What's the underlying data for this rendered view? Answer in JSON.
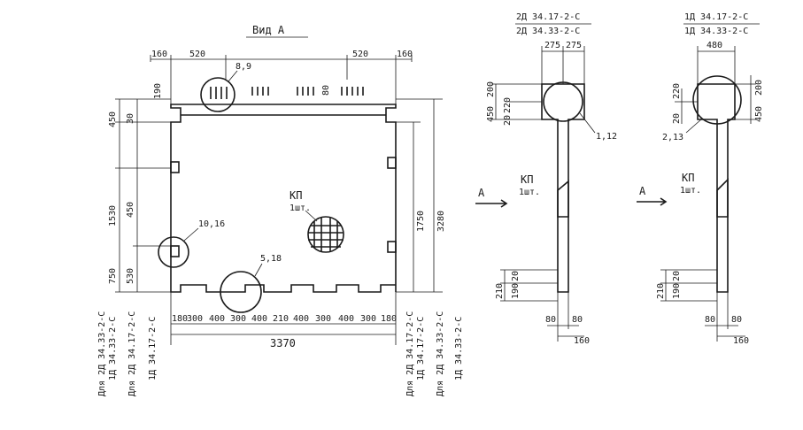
{
  "view_a": {
    "title": "Вид А",
    "top_dims": [
      "160",
      "520",
      "520",
      "160"
    ],
    "top_vertical": [
      "190",
      "80"
    ],
    "left_dims": [
      "450",
      "30",
      "1530",
      "450",
      "750",
      "530"
    ],
    "right_dims": [
      "1750",
      "3280"
    ],
    "bottom_dims": [
      "180",
      "300",
      "400",
      "300",
      "400",
      "210",
      "400",
      "300",
      "400",
      "300",
      "180"
    ],
    "overall_width": "3370",
    "callouts": [
      "8,9",
      "10,16",
      "5,18"
    ],
    "kp_label": "КП",
    "kp_count": "1шт.",
    "left_notes": [
      "Для 2Д 34.33-2-С",
      "1Д 34.33-2-С",
      "Для 2Д 34.17-2-С",
      "1Д 34.17-2-С"
    ],
    "right_notes": [
      "Для 2Д 34.17-2-С",
      "1Д 34.17-2-С",
      "Для 2Д 34.33-2-С",
      "1Д 34.33-2-С"
    ]
  },
  "section_2": {
    "header_top": "2Д 34.17-2-С",
    "header_bottom": "2Д 34.33-2-С",
    "top_dims": [
      "275",
      "275"
    ],
    "left_dims": [
      "450",
      "200",
      "220",
      "20"
    ],
    "callout": "1,12",
    "kp_label": "КП",
    "kp_count": "1шт.",
    "arrow_label": "А",
    "low_dims": [
      "210",
      "190",
      "20"
    ],
    "bottom_dims": [
      "80",
      "80",
      "160"
    ]
  },
  "section_1": {
    "header_top": "1Д 34.17-2-С",
    "header_bottom": "1Д 34.33-2-С",
    "top_dim": "480",
    "left_dims": [
      "220",
      "20"
    ],
    "right_dims": [
      "200",
      "450"
    ],
    "callout": "2,13",
    "kp_label": "КП",
    "kp_count": "1шт.",
    "arrow_label": "А",
    "low_dims": [
      "210",
      "190",
      "20"
    ],
    "bottom_dims": [
      "80",
      "80",
      "160"
    ]
  }
}
